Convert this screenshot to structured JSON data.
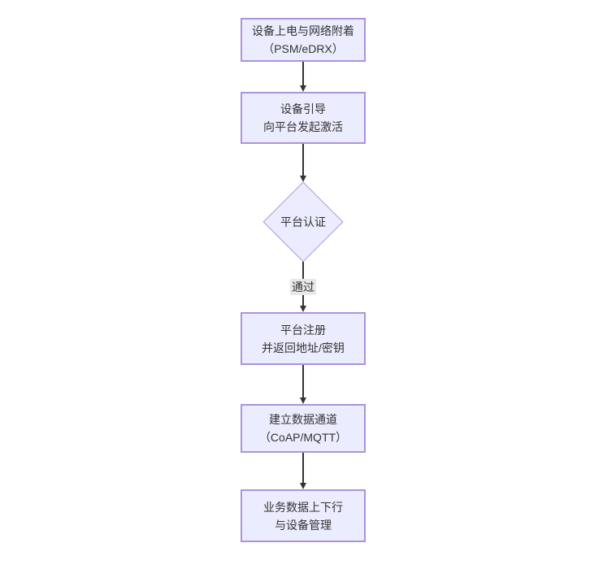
{
  "diagram": {
    "type": "flowchart",
    "direction": "top-down",
    "colors": {
      "background": "#ffffff",
      "node_fill": "#ECECFF",
      "node_border": "#9370DB",
      "edge_line": "#333333",
      "edge_label_bg": "#e8e8e8",
      "text": "#333333"
    },
    "nodes": [
      {
        "id": "power-attach",
        "shape": "rect",
        "lines": [
          "设备上电与网络附着",
          "（PSM/eDRX）"
        ]
      },
      {
        "id": "bootstrap",
        "shape": "rect",
        "lines": [
          "设备引导",
          "向平台发起激活"
        ]
      },
      {
        "id": "auth",
        "shape": "diamond",
        "lines": [
          "平台认证"
        ]
      },
      {
        "id": "register",
        "shape": "rect",
        "lines": [
          "平台注册",
          "并返回地址/密钥"
        ]
      },
      {
        "id": "channel",
        "shape": "rect",
        "lines": [
          "建立数据通道",
          "（CoAP/MQTT）"
        ]
      },
      {
        "id": "business",
        "shape": "rect",
        "lines": [
          "业务数据上下行",
          "与设备管理"
        ]
      }
    ],
    "edges": [
      {
        "from": "power-attach",
        "to": "bootstrap",
        "label": ""
      },
      {
        "from": "bootstrap",
        "to": "auth",
        "label": ""
      },
      {
        "from": "auth",
        "to": "register",
        "label": "通过"
      },
      {
        "from": "register",
        "to": "channel",
        "label": ""
      },
      {
        "from": "channel",
        "to": "business",
        "label": ""
      }
    ]
  }
}
